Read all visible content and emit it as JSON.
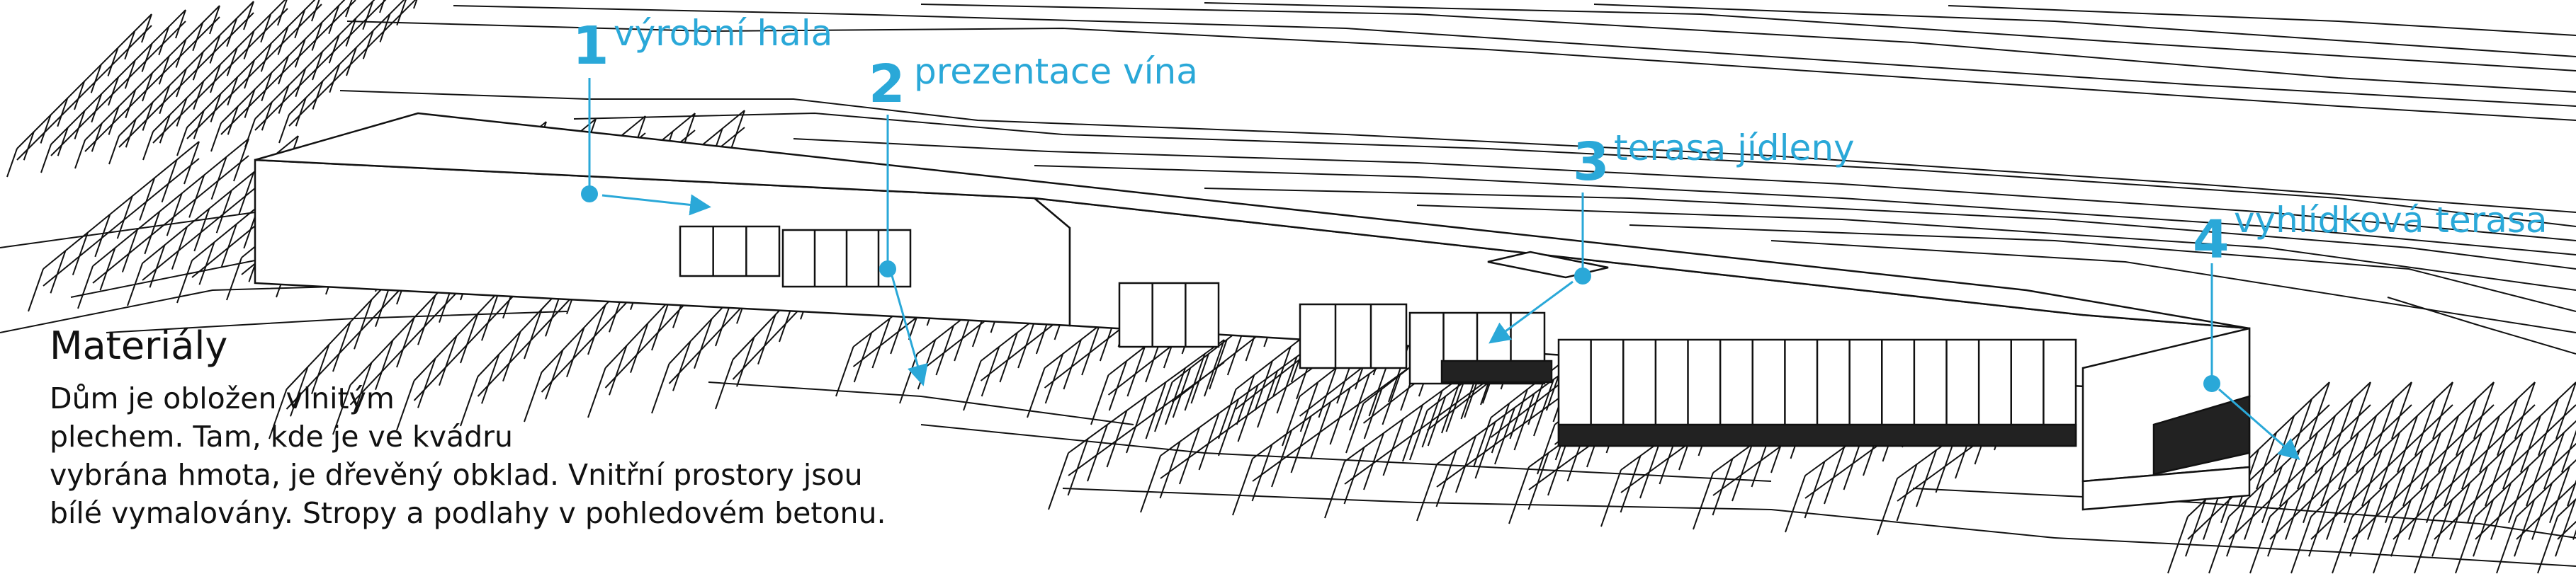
{
  "colors": {
    "accent": "#2aa8d8",
    "line": "#111111"
  },
  "callouts": [
    {
      "number": "1",
      "label": "výrobní hala"
    },
    {
      "number": "2",
      "label": "prezentace vína"
    },
    {
      "number": "3",
      "label": "terasa jídleny"
    },
    {
      "number": "4",
      "label": "vyhlídková terasa"
    }
  ],
  "materials": {
    "title": "Materiály",
    "lines": [
      "Dům je obložen vlnitým",
      "plechem. Tam, kde je ve kvádru",
      "vybrána hmota, je dřevěný obklad. Vnitřní prostory jsou",
      "bílé vymalovány. Stropy a podlahy v pohledovém betonu."
    ]
  }
}
